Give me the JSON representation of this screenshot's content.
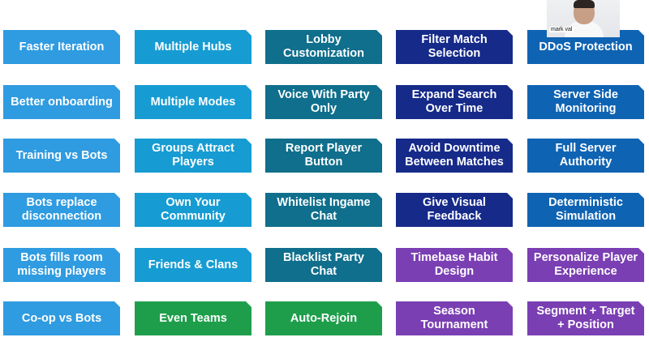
{
  "video_participant": {
    "name": "mark val"
  },
  "tiles": [
    {
      "id": "t1",
      "label": "Faster Iteration"
    },
    {
      "id": "t2",
      "label": "Multiple Hubs"
    },
    {
      "id": "t3",
      "label": "Lobby\nCustomization"
    },
    {
      "id": "t4",
      "label": "Filter Match\nSelection"
    },
    {
      "id": "t5",
      "label": "DDoS Protection"
    },
    {
      "id": "t6",
      "label": "Better onboarding"
    },
    {
      "id": "t7",
      "label": "Multiple Modes"
    },
    {
      "id": "t8",
      "label": "Voice With Party\nOnly"
    },
    {
      "id": "t9",
      "label": "Expand Search\nOver Time"
    },
    {
      "id": "t10",
      "label": "Server Side\nMonitoring"
    },
    {
      "id": "t11",
      "label": "Training vs Bots"
    },
    {
      "id": "t12",
      "label": "Groups Attract\nPlayers"
    },
    {
      "id": "t13",
      "label": "Report Player\nButton"
    },
    {
      "id": "t14",
      "label": "Avoid Downtime\nBetween Matches"
    },
    {
      "id": "t15",
      "label": "Full Server\nAuthority"
    },
    {
      "id": "t16",
      "label": "Bots replace\ndisconnection"
    },
    {
      "id": "t17",
      "label": "Own Your\nCommunity"
    },
    {
      "id": "t18",
      "label": "Whitelist Ingame\nChat"
    },
    {
      "id": "t19",
      "label": "Give Visual\nFeedback"
    },
    {
      "id": "t20",
      "label": "Deterministic\nSimulation"
    },
    {
      "id": "t21",
      "label": "Bots fills room\nmissing players"
    },
    {
      "id": "t22",
      "label": "Friends & Clans"
    },
    {
      "id": "t23",
      "label": "Blacklist Party\nChat"
    },
    {
      "id": "t24",
      "label": "Timebase Habit\nDesign"
    },
    {
      "id": "t25",
      "label": "Personalize Player\nExperience"
    },
    {
      "id": "t26",
      "label": "Co-op vs Bots"
    },
    {
      "id": "t27",
      "label": "Even Teams"
    },
    {
      "id": "t28",
      "label": "Auto-Rejoin"
    },
    {
      "id": "t29",
      "label": "Season\nTournament"
    },
    {
      "id": "t30",
      "label": "Segment + Target\n+ Position"
    }
  ],
  "colors": {
    "sky": "#2f9be0",
    "cyan": "#169cd3",
    "teal": "#0f6f8c",
    "navy": "#162a8a",
    "azure": "#0f63b3",
    "green": "#1e9e4b",
    "purple": "#7a3fb3"
  }
}
